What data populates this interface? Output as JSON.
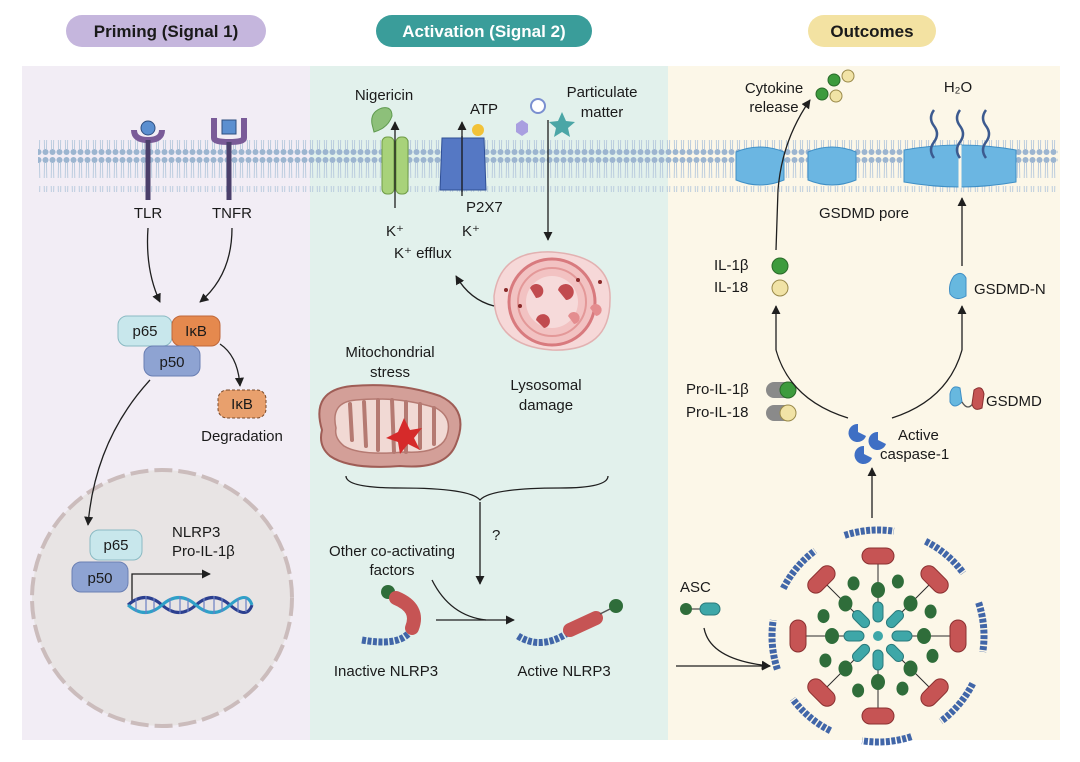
{
  "headers": {
    "priming": "Priming (Signal 1)",
    "activation": "Activation (Signal 2)",
    "outcomes": "Outcomes"
  },
  "priming": {
    "tlr": "TLR",
    "tnfr": "TNFR",
    "p65": "p65",
    "ikb": "IκB",
    "p50": "p50",
    "ikb_degraded": "IκB",
    "degradation": "Degradation",
    "nucleus_p65": "p65",
    "nucleus_p50": "p50",
    "target_genes": [
      "NLRP3",
      "Pro-IL-1β"
    ]
  },
  "activation": {
    "nigericin": "Nigericin",
    "atp": "ATP",
    "particulate": [
      "Particulate",
      "matter"
    ],
    "k_left": "K⁺",
    "p2x7": "P2X7",
    "k_right": "K⁺",
    "k_efflux": "K⁺ efflux",
    "lysosomal_damage": [
      "Lysosomal",
      "damage"
    ],
    "mito_stress": [
      "Mitochondrial",
      "stress"
    ],
    "question": "?",
    "co_activating": [
      "Other co-activating",
      "factors"
    ],
    "inactive": "Inactive NLRP3",
    "active": "Active NLRP3"
  },
  "outcomes": {
    "cytokine_release": [
      "Cytokine",
      "release"
    ],
    "water": "H₂O",
    "gsdmd_pore": "GSDMD pore",
    "il1b": "IL-1β",
    "il18": "IL-18",
    "gsdmd_n": "GSDMD-N",
    "pro_il1b": "Pro-IL-1β",
    "pro_il18": "Pro-IL-18",
    "gsdmd": "GSDMD",
    "active_casp": [
      "Active",
      "caspase-1"
    ],
    "asc": "ASC"
  },
  "colors": {
    "priming_header": "#c5b6dd",
    "activation_header": "#3a9d9a",
    "outcomes_header": "#f3e2a2",
    "priming_bg": "#f2edf5",
    "activation_bg": "#e2f1ec",
    "outcomes_bg": "#fcf7e8",
    "membrane": "#9fb8d3",
    "lysosome": "#e48d8f",
    "mitochondrion": "#d8a8a0",
    "nlrp3_red": "#c65454",
    "nlrp3_blue": "#4166a8",
    "il1b_green": "#3d9b3d",
    "il18_yellow": "#f1e3a6",
    "caspase_blue": "#3f6fc4",
    "gsdmd_cyan": "#67b8df",
    "asc_teal": "#3ea7a8",
    "asc_green": "#2f6d3a"
  },
  "icons": [
    "tlr-receptor-icon",
    "tnfr-receptor-icon",
    "k-channel-icon",
    "p2x7-channel-icon",
    "lysosome-icon",
    "mitochondrion-icon",
    "dna-icon",
    "inflammasome-icon",
    "gsdmd-pore-icon",
    "water-wave-icon"
  ]
}
